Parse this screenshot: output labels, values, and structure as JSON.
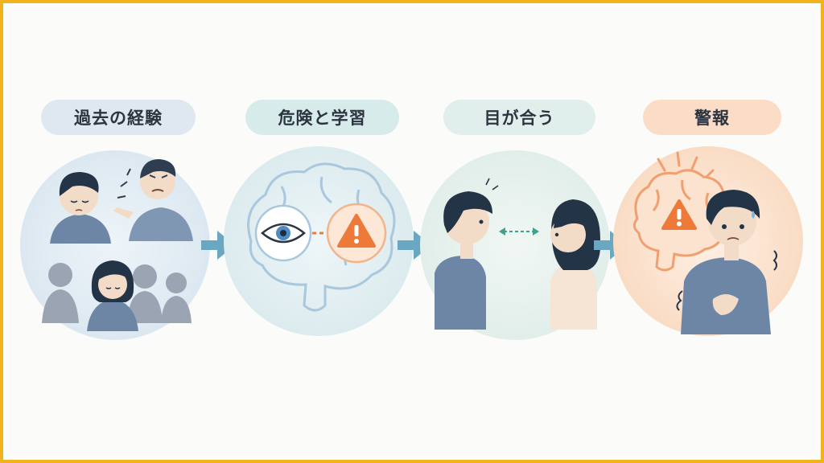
{
  "steps": [
    {
      "label": "過去の経験",
      "scene": "past-experience"
    },
    {
      "label": "危険と学習",
      "scene": "danger-learning"
    },
    {
      "label": "目が合う",
      "scene": "eye-contact"
    },
    {
      "label": "警報",
      "scene": "alarm"
    }
  ],
  "colors": {
    "border": "#f2b21b",
    "arrow": "#6aa7c1",
    "warning": "#ee7a3a",
    "brain_blue": "#a9c7dd",
    "brain_orange": "#f0a070",
    "shirt": "#6d86a6",
    "hair": "#243447"
  },
  "icons": [
    "eye-icon",
    "warning-icon",
    "brain-icon",
    "arrow-right-icon",
    "dashed-double-arrow-icon"
  ]
}
